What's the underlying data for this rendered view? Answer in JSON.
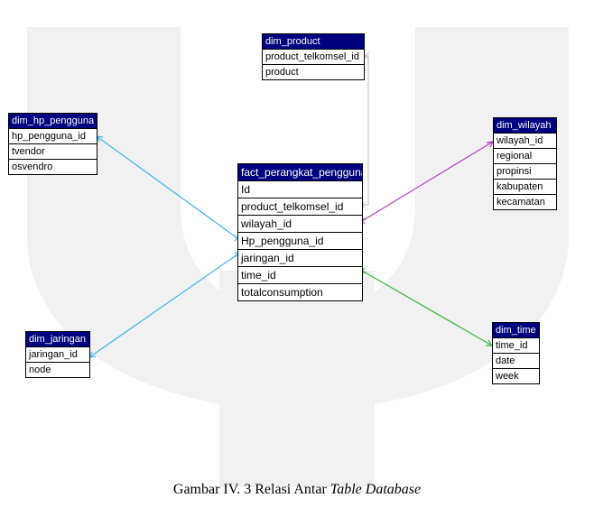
{
  "tables": {
    "dim_product": {
      "title": "dim_product",
      "fields": [
        "product_telkomsel_id",
        "product"
      ]
    },
    "dim_hp_pengguna": {
      "title": "dim_hp_pengguna",
      "fields": [
        "hp_pengguna_id",
        "tvendor",
        "osvendro"
      ]
    },
    "dim_wilayah": {
      "title": "dim_wilayah",
      "fields": [
        "wilayah_id",
        "regional",
        "propinsi",
        "kabupaten",
        "kecamatan"
      ]
    },
    "fact": {
      "title": "fact_perangkat_pengguna",
      "fields": [
        "Id",
        "product_telkomsel_id",
        "wilayah_id",
        "Hp_pengguna_id",
        "jaringan_id",
        "time_id",
        "totalconsumption"
      ]
    },
    "dim_jaringan": {
      "title": "dim_jaringan",
      "fields": [
        "jaringan_id",
        "node"
      ]
    },
    "dim_time": {
      "title": "dim_time",
      "fields": [
        "time_id",
        "date",
        "week"
      ]
    }
  },
  "relations": [
    {
      "from": "fact.product_telkomsel_id",
      "to": "dim_product.product_telkomsel_id",
      "color": "#c8c8c8"
    },
    {
      "from": "fact.wilayah_id",
      "to": "dim_wilayah.wilayah_id",
      "color": "#b040c0"
    },
    {
      "from": "fact.Hp_pengguna_id",
      "to": "dim_hp_pengguna.hp_pengguna_id",
      "color": "#3cb4e6"
    },
    {
      "from": "fact.jaringan_id",
      "to": "dim_jaringan.jaringan_id",
      "color": "#3cb4e6"
    },
    {
      "from": "fact.time_id",
      "to": "dim_time.time_id",
      "color": "#3cb440"
    }
  ],
  "caption": {
    "prefix": "Gambar IV. 3 Relasi Antar ",
    "italic": "Table Database"
  },
  "colors": {
    "header": "#000080",
    "watermark": "#f1f1f1"
  }
}
